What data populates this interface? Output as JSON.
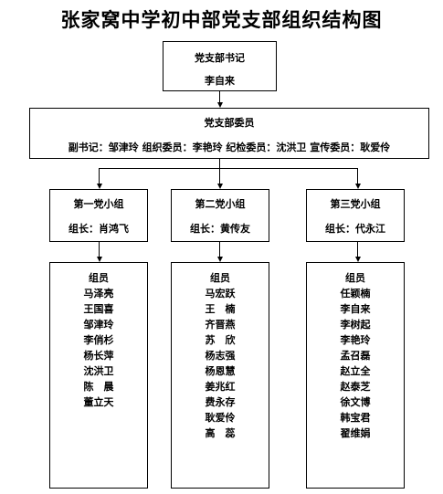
{
  "title": "张家窝中学初中部党支部组织结构图",
  "secretary": {
    "title": "党支部书记",
    "name": "李自来"
  },
  "committee": {
    "title": "党支部委员",
    "members_line": "副书记：邹津玲  组织委员：李艳玲  纪检委员：沈洪卫  宣传委员：耿爱伶"
  },
  "groups": [
    {
      "title": "第一党小组",
      "leader": "组长：肖鸿飞",
      "members_header": "组员",
      "members": [
        "马泽亮",
        "王国喜",
        "邹津玲",
        "李俏杉",
        "杨长萍",
        "沈洪卫",
        "陈　晨",
        "董立天"
      ]
    },
    {
      "title": "第二党小组",
      "leader": "组长：黄传友",
      "members_header": "组员",
      "members": [
        "马宏跃",
        "王　楠",
        "齐晋燕",
        "苏　欣",
        "杨志强",
        "杨恩慧",
        "姜兆红",
        "费永存",
        "耿爱伶",
        "高　蕊"
      ]
    },
    {
      "title": "第三党小组",
      "leader": "组长：代永江",
      "members_header": "组员",
      "members": [
        "任颖楠",
        "李自来",
        "李树起",
        "李艳玲",
        "孟召磊",
        "赵立全",
        "赵泰芝",
        "徐文博",
        "韩宝君",
        "翟维娟"
      ]
    }
  ]
}
